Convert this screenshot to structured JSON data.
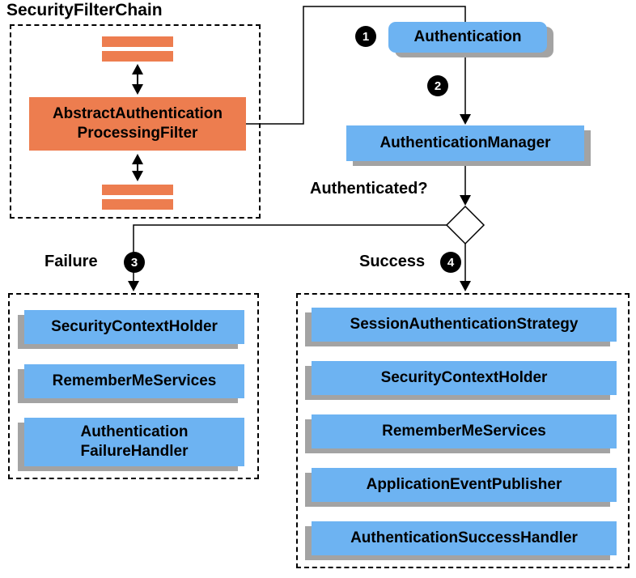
{
  "diagram": {
    "title": "SecurityFilterChain",
    "filter_chain": {
      "processing_filter": "AbstractAuthentication\nProcessingFilter"
    },
    "authentication_box": "Authentication",
    "authentication_manager_box": "AuthenticationManager",
    "authenticated_question": "Authenticated?",
    "steps": {
      "one": "1",
      "two": "2",
      "three": "3",
      "four": "4"
    },
    "failure": {
      "label": "Failure",
      "items": [
        "SecurityContextHolder",
        "RememberMeServices",
        "Authentication\nFailureHandler"
      ]
    },
    "success": {
      "label": "Success",
      "items": [
        "SessionAuthenticationStrategy",
        "SecurityContextHolder",
        "RememberMeServices",
        "ApplicationEventPublisher",
        "AuthenticationSuccessHandler"
      ]
    }
  },
  "colors": {
    "box_blue": "#6DB3F2",
    "accent_orange": "#ED7D4F",
    "shadow_gray": "#A3A3A3",
    "line_black": "#000000"
  }
}
